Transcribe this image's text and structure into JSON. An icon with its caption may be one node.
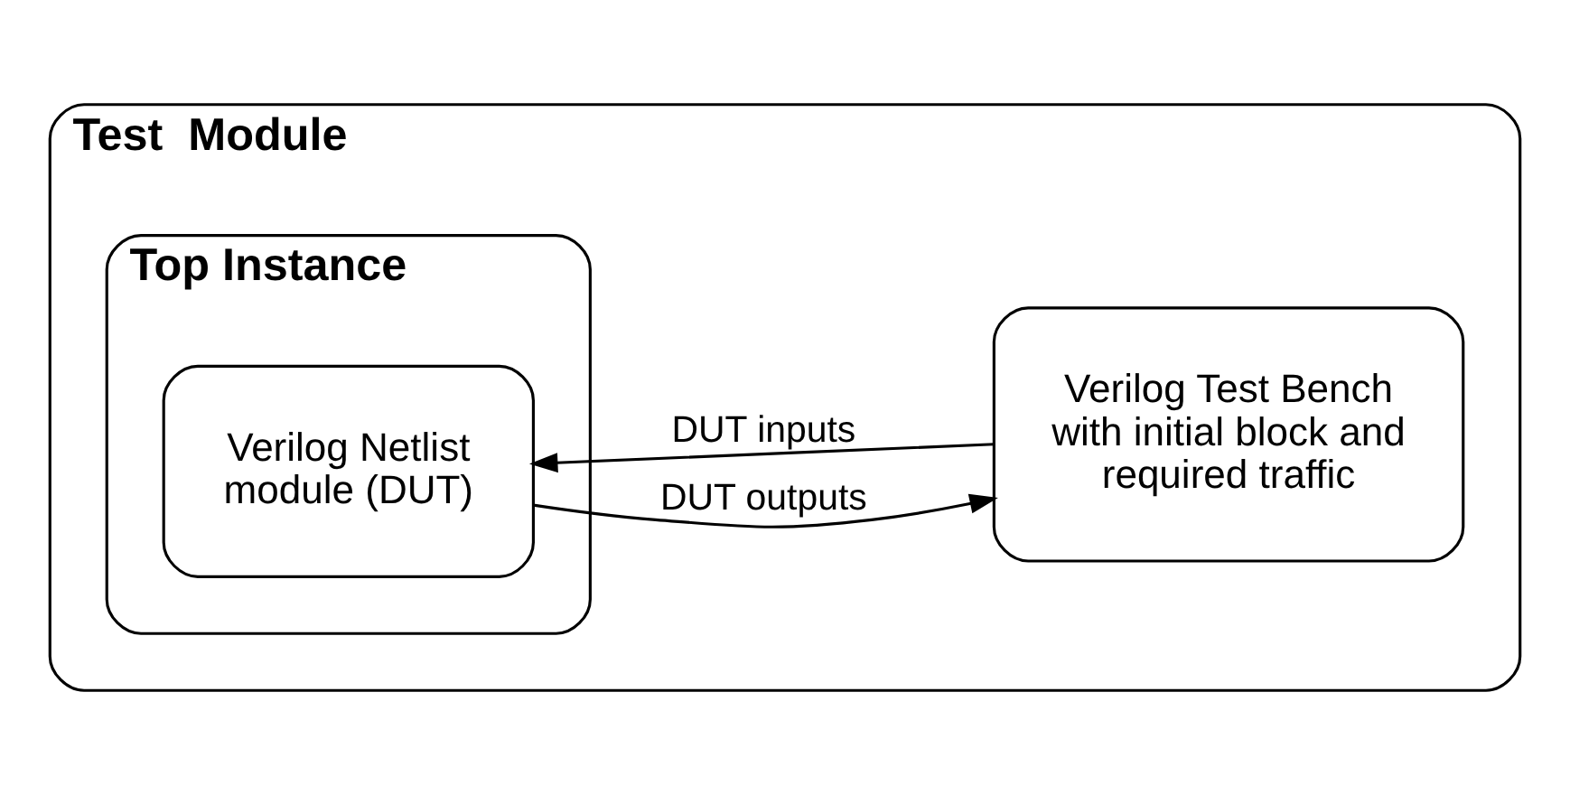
{
  "diagram": {
    "nodes": [
      {
        "text": [
          "Test  Module"
        ]
      },
      {
        "text": [
          "Top Instance"
        ],
        "in": 0
      },
      {
        "text": [
          "Verilog Netlist module (DUT)"
        ],
        "in": 1
      },
      {
        "text": [
          "Verilog Test Bench with initial block and required traffic"
        ],
        "in": 0
      }
    ],
    "edges": [
      {
        "from": 3,
        "to": 2,
        "arrow": "to",
        "label": "DUT inputs"
      },
      {
        "from": 2,
        "to": 3,
        "arrow": "to",
        "label": "DUT outputs"
      }
    ]
  }
}
